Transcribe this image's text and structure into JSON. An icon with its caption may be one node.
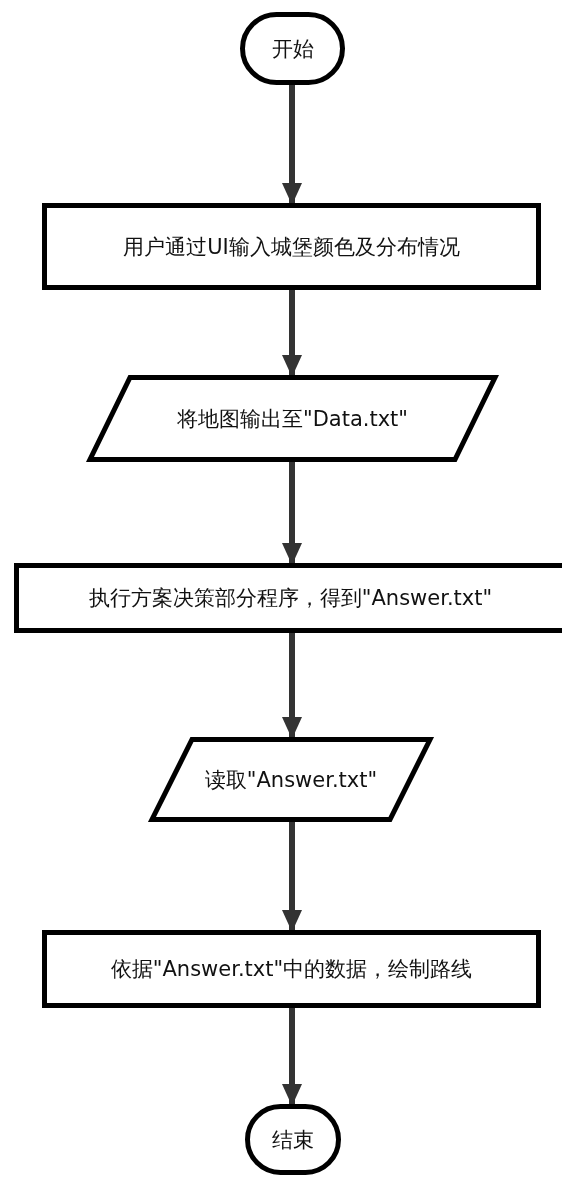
{
  "diagram": {
    "nodes": [
      {
        "text": [
          "开始"
        ]
      },
      {
        "text": [
          "用户通过UI输入城堡颜色及分布情况"
        ]
      },
      {
        "text": [
          "将地图输出至\"Data.txt\""
        ]
      },
      {
        "text": [
          "执行方案决策部分程序，得到\"Answer.txt\""
        ]
      },
      {
        "text": [
          "读取\"Answer.txt\""
        ]
      },
      {
        "text": [
          "依据\"Answer.txt\"中的数据，绘制路线"
        ]
      },
      {
        "text": [
          "结束"
        ]
      }
    ],
    "edges": [
      {
        "from": 0,
        "to": 1,
        "arrow": "to"
      },
      {
        "from": 1,
        "to": 2,
        "arrow": "to"
      },
      {
        "from": 2,
        "to": 3,
        "arrow": "to"
      },
      {
        "from": 3,
        "to": 4,
        "arrow": "to"
      },
      {
        "from": 4,
        "to": 5,
        "arrow": "to"
      },
      {
        "from": 5,
        "to": 6,
        "arrow": "to"
      }
    ]
  }
}
